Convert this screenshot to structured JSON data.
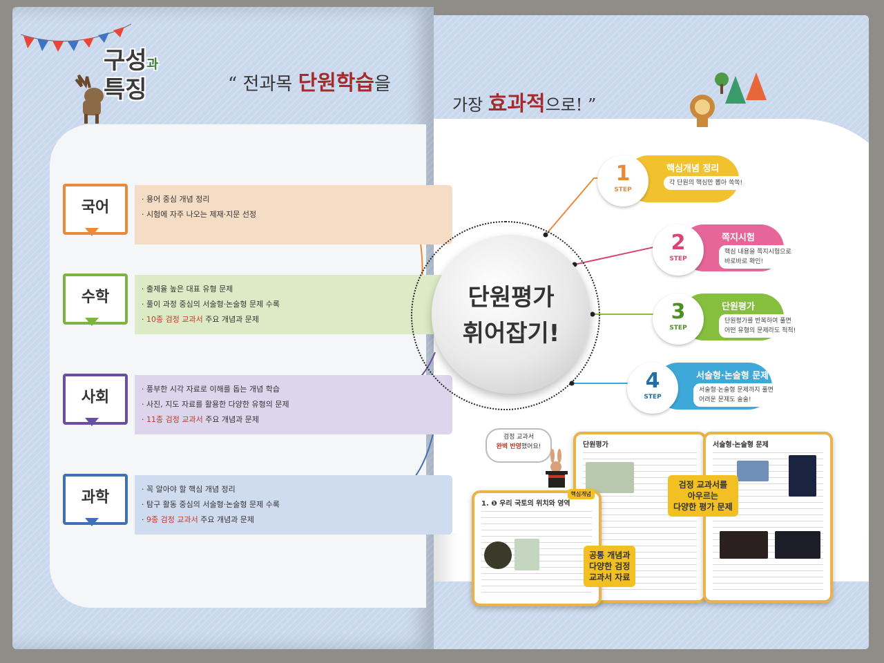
{
  "title": {
    "line1_main": "구성",
    "line1_small": "과",
    "line2": "특징"
  },
  "slogan": {
    "left_quote": "“",
    "left_pre": " 전과목 ",
    "left_bold": "단원학습",
    "left_post": "을",
    "right_pre": "가장 ",
    "right_bold": "효과적",
    "right_post": "으로! ”"
  },
  "subjects": [
    {
      "name": "국어",
      "color": "#e98a3a",
      "band": "#f5dcc4",
      "items": [
        {
          "text": "용어 중심 개념 정리",
          "red": ""
        },
        {
          "text": "시험에 자주 나오는 제재·지문 선정",
          "red": ""
        }
      ]
    },
    {
      "name": "수학",
      "color": "#7cb342",
      "band": "#dcebc6",
      "items": [
        {
          "text": "출제율 높은 대표 유형 문제",
          "red": ""
        },
        {
          "text": "풀이 과정 중심의 서술형·논술형 문제 수록",
          "red": ""
        },
        {
          "text": " 주요 개념과 문제",
          "red": "10종 검정 교과서"
        }
      ]
    },
    {
      "name": "사회",
      "color": "#6a4fa0",
      "band": "#dcd5ec",
      "items": [
        {
          "text": "풍부한 시각 자료로 이해를 돕는 개념 학습",
          "red": ""
        },
        {
          "text": "사진, 지도 자료를 활용한 다양한 유형의 문제",
          "red": ""
        },
        {
          "text": " 주요 개념과 문제",
          "red": "11종 검정 교과서"
        }
      ]
    },
    {
      "name": "과학",
      "color": "#3f6fb5",
      "band": "#cfdcef",
      "items": [
        {
          "text": "꼭 알아야 할 핵심 개념 정리",
          "red": ""
        },
        {
          "text": "탐구 활동 중심의 서술형·논술형 문제 수록",
          "red": ""
        },
        {
          "text": " 주요 개념과 문제",
          "red": "9종 검정 교과서"
        }
      ]
    }
  ],
  "centre": {
    "line1": "단원평가",
    "line2": "휘어잡기!"
  },
  "steps": [
    {
      "num": "1",
      "word": "STEP",
      "title": "핵심개념 정리",
      "desc1": "각 단원의 핵심만 뽑아 쏙쏙!",
      "desc2": "",
      "color": "#f2c12e",
      "numColor": "#e98a3a"
    },
    {
      "num": "2",
      "word": "STEP",
      "title": "쪽지시험",
      "desc1": "핵심 내용을 쪽지시험으로",
      "desc2": "바로바로 확인!",
      "color": "#e7669a",
      "numColor": "#d8466f"
    },
    {
      "num": "3",
      "word": "STEP",
      "title": "단원평가",
      "desc1": "단원평가를 반복하여 풀면",
      "desc2": "어떤 유형의 문제라도 척척!",
      "color": "#86bf3e",
      "numColor": "#4f8f2a"
    },
    {
      "num": "4",
      "word": "STEP",
      "title": "서술형·논술형 문제",
      "desc1": "서술형·논술형 문제까지 풀면",
      "desc2": "어려운 문제도 술술!",
      "color": "#3ea9d8",
      "numColor": "#1f6fa8"
    }
  ],
  "bubble": {
    "line1": "검정 교과서",
    "line2_red": "완벽 반영",
    "line2_post": "했어요!"
  },
  "thumbs": {
    "t1_head": "단원평가",
    "t2_head": "서술형·논술형 문제",
    "t3_head": "1. ❶ 우리 국토의 위치와 영역",
    "t3_tag": "핵심개념"
  },
  "notes": {
    "note1_l1": "검정 교과서를",
    "note1_l2": "아우르는",
    "note1_l3": "다양한 평가 문제",
    "note2_l1": "공통 개념과",
    "note2_l2": "다양한 검정",
    "note2_l3": "교과서 자료"
  }
}
